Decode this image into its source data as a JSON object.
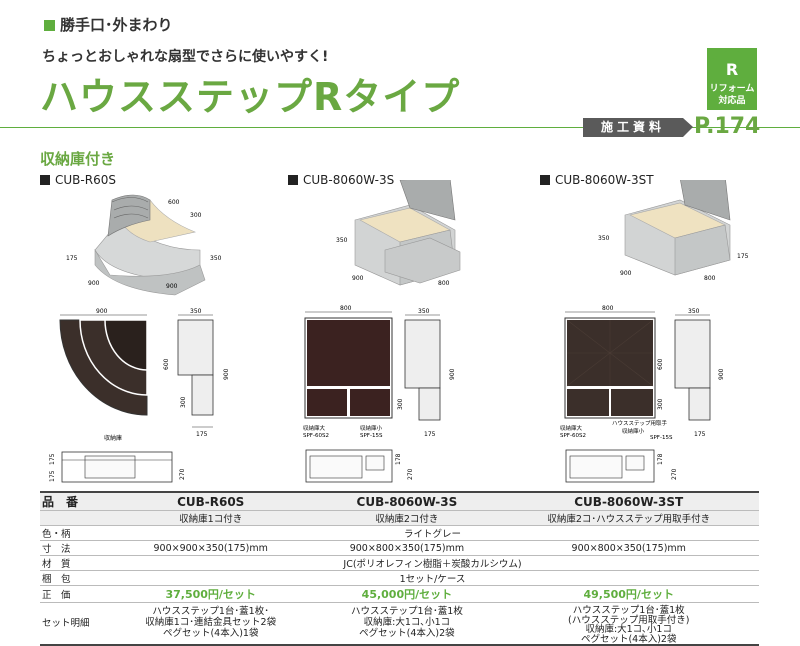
{
  "header": {
    "category": "勝手口･外まわり",
    "subtitle": "ちょっとおしゃれな扇型でさらに使いやすく!",
    "title": "ハウスステップRタイプ",
    "badge_letter": "R",
    "badge_line1": "リフォーム",
    "badge_line2": "対応品",
    "ref_label": "施工資料",
    "ref_page": "P.174"
  },
  "section_title": "収納庫付き",
  "products": [
    {
      "name": "CUB-R60S",
      "dims": {
        "w": "900",
        "d": "900",
        "a": "600",
        "b": "300",
        "h": "350",
        "s": "175"
      }
    },
    {
      "name": "CUB-8060W-3S",
      "dims": {
        "w": "900",
        "d": "800",
        "h": "350"
      }
    },
    {
      "name": "CUB-8060W-3ST",
      "dims": {
        "w": "900",
        "d": "800",
        "h": "350",
        "s": "175"
      }
    }
  ],
  "drawings": {
    "p1": {
      "top_w": "900",
      "side_w": "350",
      "h600": "600",
      "h300": "300",
      "h900": "900",
      "h175": "175",
      "sec_label": "収納庫",
      "sec_175": "175",
      "sec_175b": "175",
      "sec_270": "270"
    },
    "p2": {
      "top_w": "800",
      "side_w": "350",
      "h300": "300",
      "h900": "900",
      "h175": "175",
      "lbl_big": "収納庫大",
      "lbl_big_code": "SPF-60S2",
      "lbl_small": "収納庫小",
      "lbl_small_code": "SPF-15S",
      "sec_178": "178",
      "sec_270": "270"
    },
    "p3": {
      "top_w": "800",
      "side_w": "350",
      "h600": "600",
      "h300": "300",
      "h900": "900",
      "h175": "175",
      "lbl_handle": "ハウスステップ用取手",
      "lbl_big": "収納庫大",
      "lbl_big_code": "SPF-60S2",
      "lbl_small": "収納庫小",
      "lbl_small_code": "SPF-15S",
      "sec_178": "178",
      "sec_270": "270"
    }
  },
  "spec": {
    "labels": {
      "model": "品　番",
      "color": "色・柄",
      "size": "寸　法",
      "material": "材　質",
      "pack": "梱　包",
      "price": "正　価",
      "set": "セット明細"
    },
    "models": [
      "CUB-R60S",
      "CUB-8060W-3S",
      "CUB-8060W-3ST"
    ],
    "model_notes": [
      "収納庫1コ付き",
      "収納庫2コ付き",
      "収納庫2コ･ハウスステップ用取手付き"
    ],
    "color": "ライトグレー",
    "sizes": [
      "900×900×350(175)mm",
      "900×800×350(175)mm",
      "900×800×350(175)mm"
    ],
    "material": "JC(ポリオレフィン樹脂＋炭酸カルシウム)",
    "pack": "1セット/ケース",
    "prices": [
      "37,500円/セット",
      "45,000円/セット",
      "49,500円/セット"
    ],
    "sets": [
      [
        "ハウスステップ1台･蓋1枚･",
        "収納庫1コ･連結金具セット2袋",
        "ペグセット(4本入)1袋"
      ],
      [
        "ハウスステップ1台･蓋1枚",
        "収納庫:大1コ､小1コ",
        "ペグセット(4本入)2袋"
      ],
      [
        "ハウスステップ1台･蓋1枚",
        "(ハウスステップ用取手付き)",
        "収納庫:大1コ､小1コ",
        "ペグセット(4本入)2袋"
      ]
    ]
  }
}
